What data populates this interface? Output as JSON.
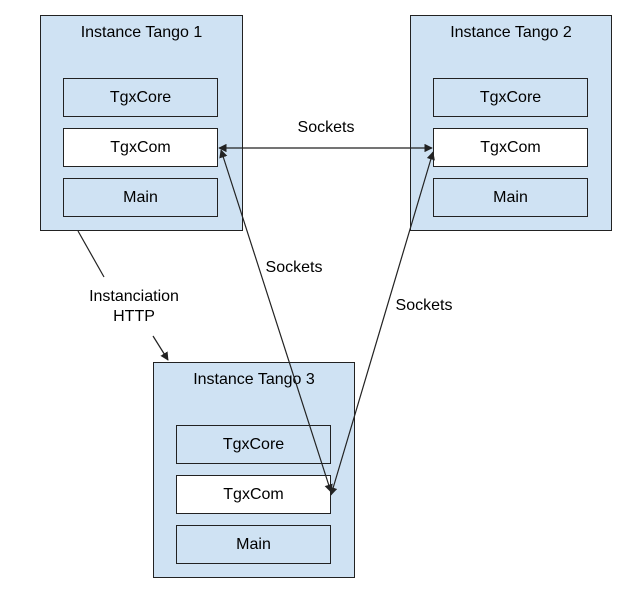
{
  "instances": [
    {
      "title": "Instance Tango 1",
      "modules": [
        "TgxCore",
        "TgxCom",
        "Main"
      ]
    },
    {
      "title": "Instance Tango 2",
      "modules": [
        "TgxCore",
        "TgxCom",
        "Main"
      ]
    },
    {
      "title": "Instance Tango 3",
      "modules": [
        "TgxCore",
        "TgxCom",
        "Main"
      ]
    }
  ],
  "connectors": {
    "sockets_1_2": "Sockets",
    "sockets_1_3": "Sockets",
    "sockets_2_3": "Sockets",
    "instanciation_line1": "Instanciation",
    "instanciation_line2": "HTTP"
  },
  "colors": {
    "instance_fill": "#cfe2f3",
    "com_fill": "#ffffff",
    "stroke": "#222222"
  }
}
